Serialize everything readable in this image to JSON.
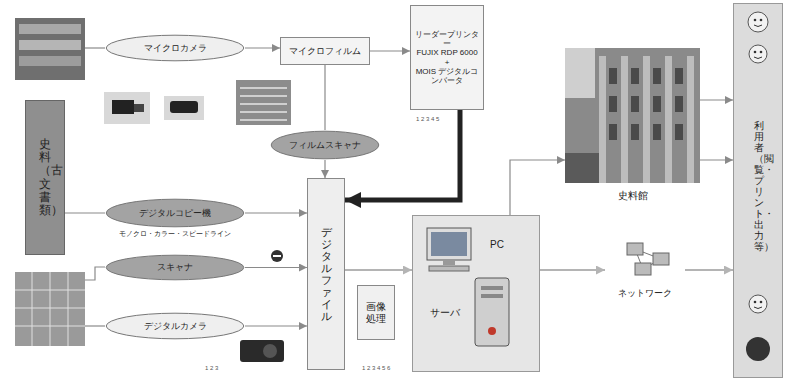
{
  "diagram": {
    "nodes": [
      {
        "text": [
          "史料（古文書類）"
        ]
      },
      {
        "text": [
          "マイクロカメラ"
        ]
      },
      {
        "text": [
          "デジタルコピー機",
          "モノクロ・カラー・スピードライン"
        ]
      },
      {
        "text": [
          "スキャナ"
        ]
      },
      {
        "text": [
          "デジタルカメラ"
        ]
      },
      {
        "text": [
          "マイクロフィルム"
        ]
      },
      {
        "text": [
          "フィルムスキャナ"
        ]
      },
      {
        "text": [
          "リーダープリンター",
          "FUJIX RDP 6000",
          "+",
          "MOIS デジタルコンバータ"
        ]
      },
      {
        "text": [
          "デジタルファイル"
        ]
      },
      {
        "text": [
          "画像処理"
        ]
      },
      {
        "text": [
          "PC",
          "サーバ"
        ]
      },
      {
        "text": [
          "史料館"
        ]
      },
      {
        "text": [
          "ネットワーク"
        ]
      },
      {
        "text": [
          "利用者（閲覧・プリント・出力等）"
        ]
      }
    ],
    "edges": [
      {
        "from": 0,
        "to": 2,
        "arrow": "none"
      },
      {
        "from": 2,
        "to": 8,
        "arrow": "to"
      },
      {
        "from": 1,
        "to": 5,
        "arrow": "to"
      },
      {
        "from": 5,
        "to": 7,
        "arrow": "to"
      },
      {
        "from": 5,
        "to": 6,
        "arrow": "none"
      },
      {
        "from": 6,
        "to": 8,
        "arrow": "to"
      },
      {
        "from": 7,
        "to": 8,
        "arrow": "to"
      },
      {
        "from": 3,
        "to": 8,
        "arrow": "to"
      },
      {
        "from": 4,
        "to": 8,
        "arrow": "to"
      },
      {
        "from": 8,
        "to": 10,
        "arrow": "to"
      },
      {
        "from": 10,
        "to": 12,
        "arrow": "to"
      },
      {
        "from": 12,
        "to": 13,
        "arrow": "to"
      },
      {
        "from": 10,
        "to": 11,
        "arrow": "to"
      },
      {
        "from": 11,
        "to": 13,
        "arrow": "to"
      },
      {
        "from": 11,
        "to": 13,
        "arrow": "to"
      }
    ],
    "labels": [
      "1 2 3 4 5",
      "1 2 3",
      "1 2 3 4 5 6"
    ]
  }
}
